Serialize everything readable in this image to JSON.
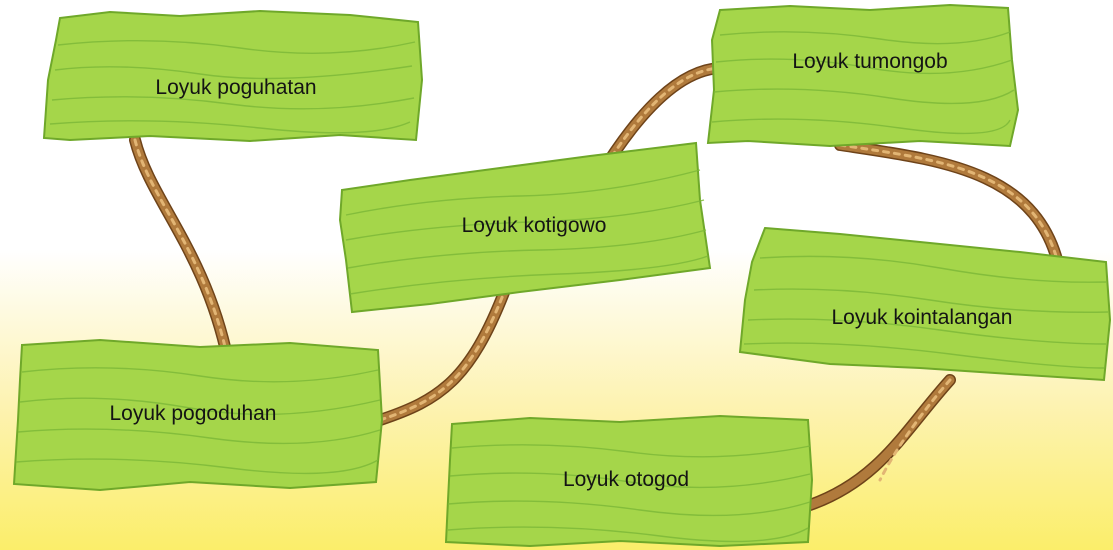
{
  "signs": [
    {
      "id": "poguhatan",
      "label": "Loyuk poguhatan"
    },
    {
      "id": "tumongob",
      "label": "Loyuk tumongob"
    },
    {
      "id": "kotigowo",
      "label": "Loyuk kotigowo"
    },
    {
      "id": "kointalangan",
      "label": "Loyuk kointalangan"
    },
    {
      "id": "pogoduhan",
      "label": "Loyuk pogoduhan"
    },
    {
      "id": "otogod",
      "label": "Loyuk otogod"
    }
  ],
  "connections": [
    {
      "from": "poguhatan",
      "to": "pogoduhan"
    },
    {
      "from": "pogoduhan",
      "to": "kotigowo"
    },
    {
      "from": "kotigowo",
      "to": "tumongob"
    },
    {
      "from": "tumongob",
      "to": "kointalangan"
    },
    {
      "from": "kointalangan",
      "to": "otogod"
    }
  ],
  "colors": {
    "plank": "#a5d64a",
    "plank_outline": "#6fa82a",
    "rope": "#b07a3c",
    "background_bottom": "#fbee6a"
  }
}
